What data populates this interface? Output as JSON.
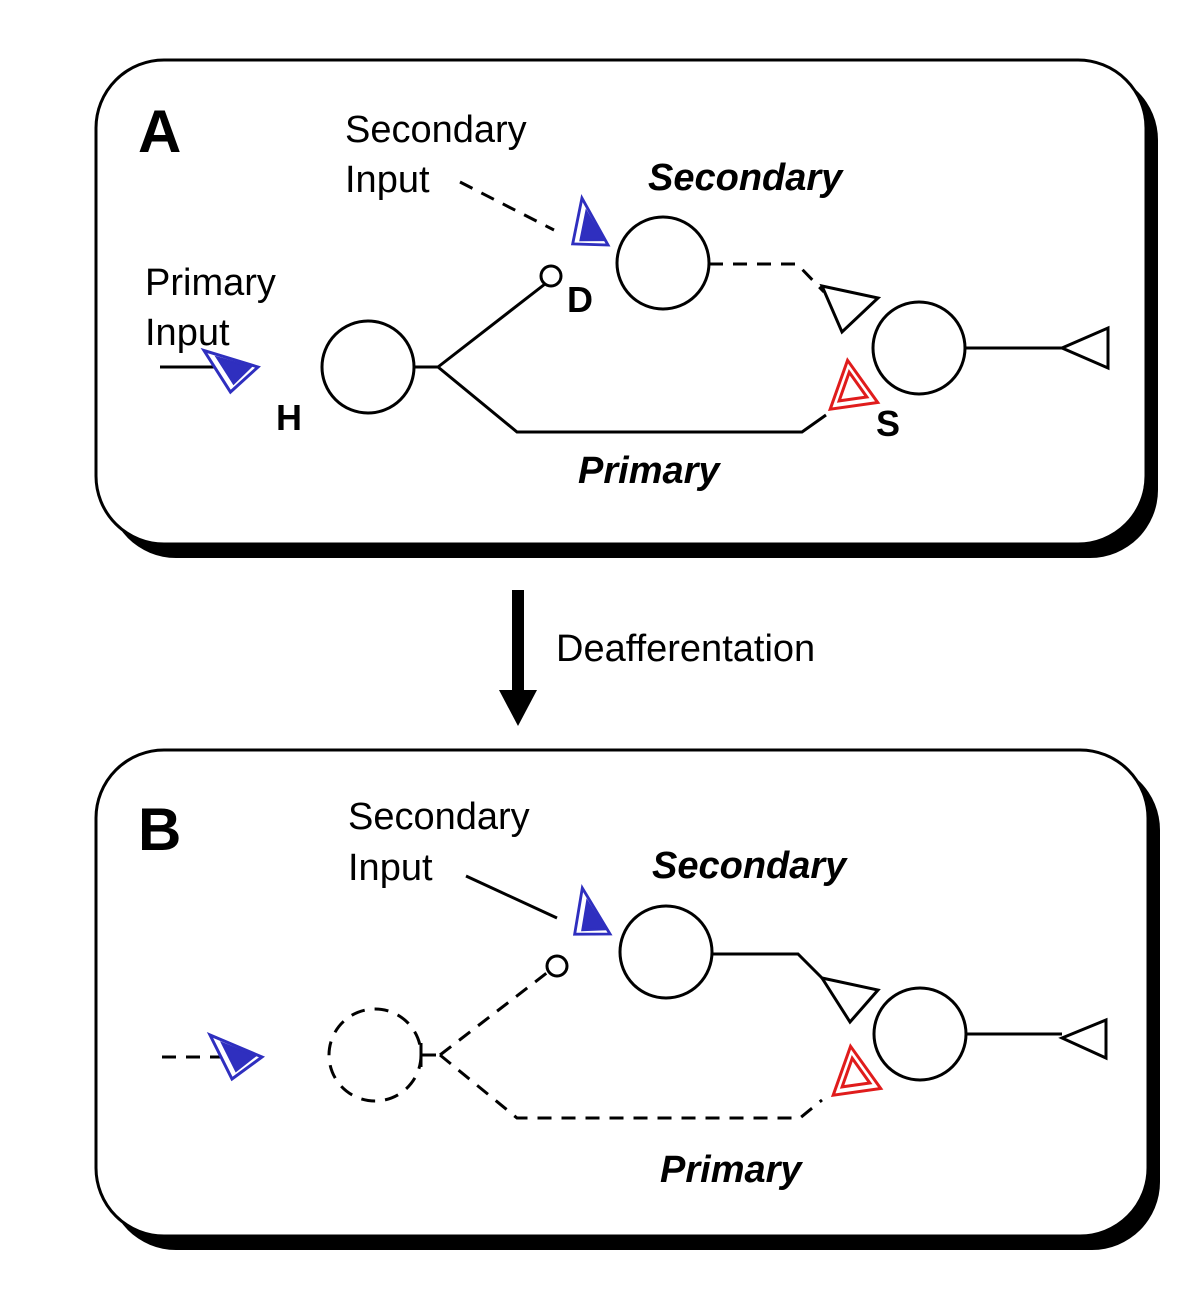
{
  "panel_a": {
    "letter": "A",
    "secondary_input_line1": "Secondary",
    "secondary_input_line2": "Input",
    "primary_input_line1": "Primary",
    "primary_input_line2": "Input",
    "secondary_path_label": "Secondary",
    "primary_path_label": "Primary",
    "marker_h": "H",
    "marker_d": "D",
    "marker_s": "S"
  },
  "transition": {
    "label": "Deafferentation"
  },
  "panel_b": {
    "letter": "B",
    "secondary_input_line1": "Secondary",
    "secondary_input_line2": "Input",
    "secondary_path_label": "Secondary",
    "primary_path_label": "Primary"
  },
  "colors": {
    "primary_input_terminal": "#2f2fbf",
    "convergent_terminal": "#e01c1c",
    "lines": "#000000",
    "panel_shadow": "#000000"
  }
}
